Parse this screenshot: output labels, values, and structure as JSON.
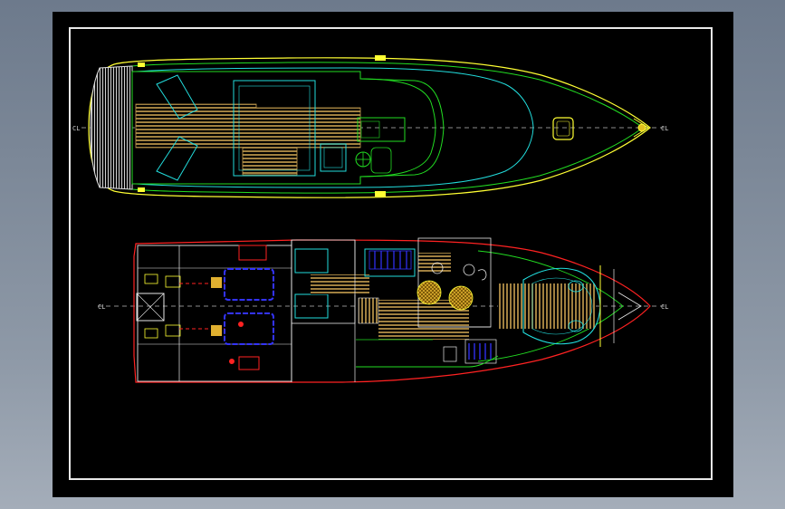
{
  "drawing": {
    "centerline_label": "CL",
    "colors": {
      "background": "#000000",
      "frame": "#e8e8e8",
      "hull_outline": "#ffff33",
      "deck_green": "#22dd22",
      "cyan": "#22dddd",
      "red": "#ff2222",
      "blue": "#3333ff",
      "teak": "#c8a050",
      "centerline": "#bbbbbb",
      "white": "#ffffff"
    },
    "views": [
      {
        "name": "deck-plan"
      },
      {
        "name": "interior-plan"
      }
    ]
  }
}
